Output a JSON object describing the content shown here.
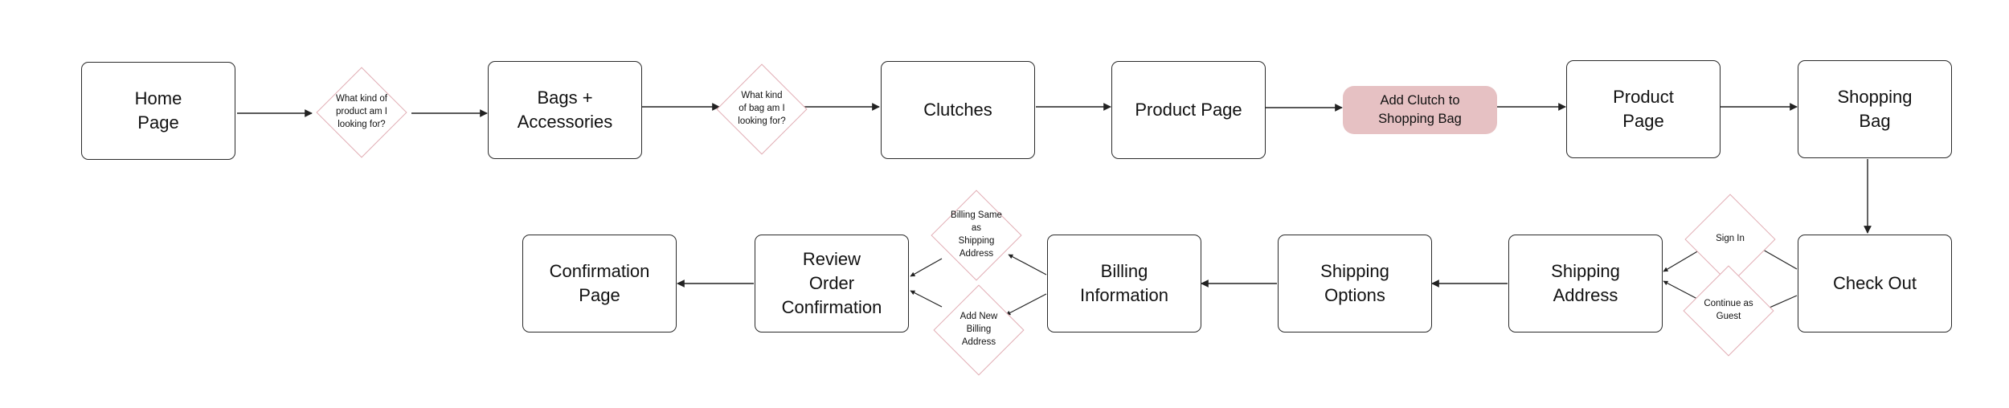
{
  "nodes": {
    "home": "Home\nPage",
    "q1": "What kind of\nproduct am I\nlooking for?",
    "bags": "Bags  +\nAccessories",
    "q2": "What kind\nof bag am I\nlooking for?",
    "clutches": "Clutches",
    "product_page_1": "Product Page",
    "add_clutch": "Add Clutch to\nShopping Bag",
    "product_page_2": "Product\nPage",
    "shopping_bag": "Shopping\nBag",
    "check_out": "Check Out",
    "sign_in": "Sign In",
    "continue_guest": "Continue as\nGuest",
    "shipping_address": "Shipping\nAddress",
    "shipping_options": "Shipping\nOptions",
    "billing_info": "Billing\nInformation",
    "billing_same": "Billing Same\nas\nShipping\nAddress",
    "add_billing": "Add New\nBilling\nAddress",
    "review_order": "Review\nOrder\nConfirmation",
    "confirmation": "Confirmation\nPage"
  },
  "colors": {
    "box_border": "#2a2a2a",
    "diamond_border": "#e2aeb5",
    "highlight_fill": "#e6c1c3",
    "arrow": "#222222"
  }
}
